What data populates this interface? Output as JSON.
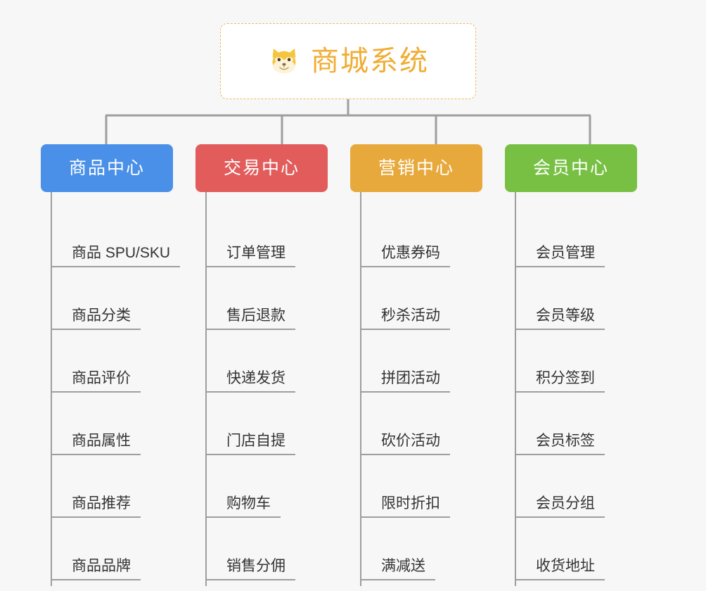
{
  "background_color": "#f7f7f7",
  "root": {
    "title": "商城系统",
    "icon": "shiba-dog-face-icon",
    "text_color": "#f0ad33",
    "border_color": "#edb95e",
    "fill_color": "#ffffff"
  },
  "connector_color": "#9e9e9e",
  "categories": [
    {
      "label": "商品中心",
      "color": "#4a90e8",
      "items": [
        {
          "label": "商品 SPU/SKU"
        },
        {
          "label": "商品分类"
        },
        {
          "label": "商品评价"
        },
        {
          "label": "商品属性"
        },
        {
          "label": "商品推荐"
        },
        {
          "label": "商品品牌"
        }
      ]
    },
    {
      "label": "交易中心",
      "color": "#e25c5c",
      "items": [
        {
          "label": "订单管理"
        },
        {
          "label": "售后退款"
        },
        {
          "label": "快递发货"
        },
        {
          "label": "门店自提"
        },
        {
          "label": "购物车"
        },
        {
          "label": "销售分佣"
        }
      ]
    },
    {
      "label": "营销中心",
      "color": "#e8a93c",
      "items": [
        {
          "label": "优惠券码"
        },
        {
          "label": "秒杀活动"
        },
        {
          "label": "拼团活动"
        },
        {
          "label": "砍价活动"
        },
        {
          "label": "限时折扣"
        },
        {
          "label": "满减送"
        }
      ]
    },
    {
      "label": "会员中心",
      "color": "#77c043",
      "items": [
        {
          "label": "会员管理"
        },
        {
          "label": "会员等级"
        },
        {
          "label": "积分签到"
        },
        {
          "label": "会员标签"
        },
        {
          "label": "会员分组"
        },
        {
          "label": "收货地址"
        }
      ]
    }
  ]
}
